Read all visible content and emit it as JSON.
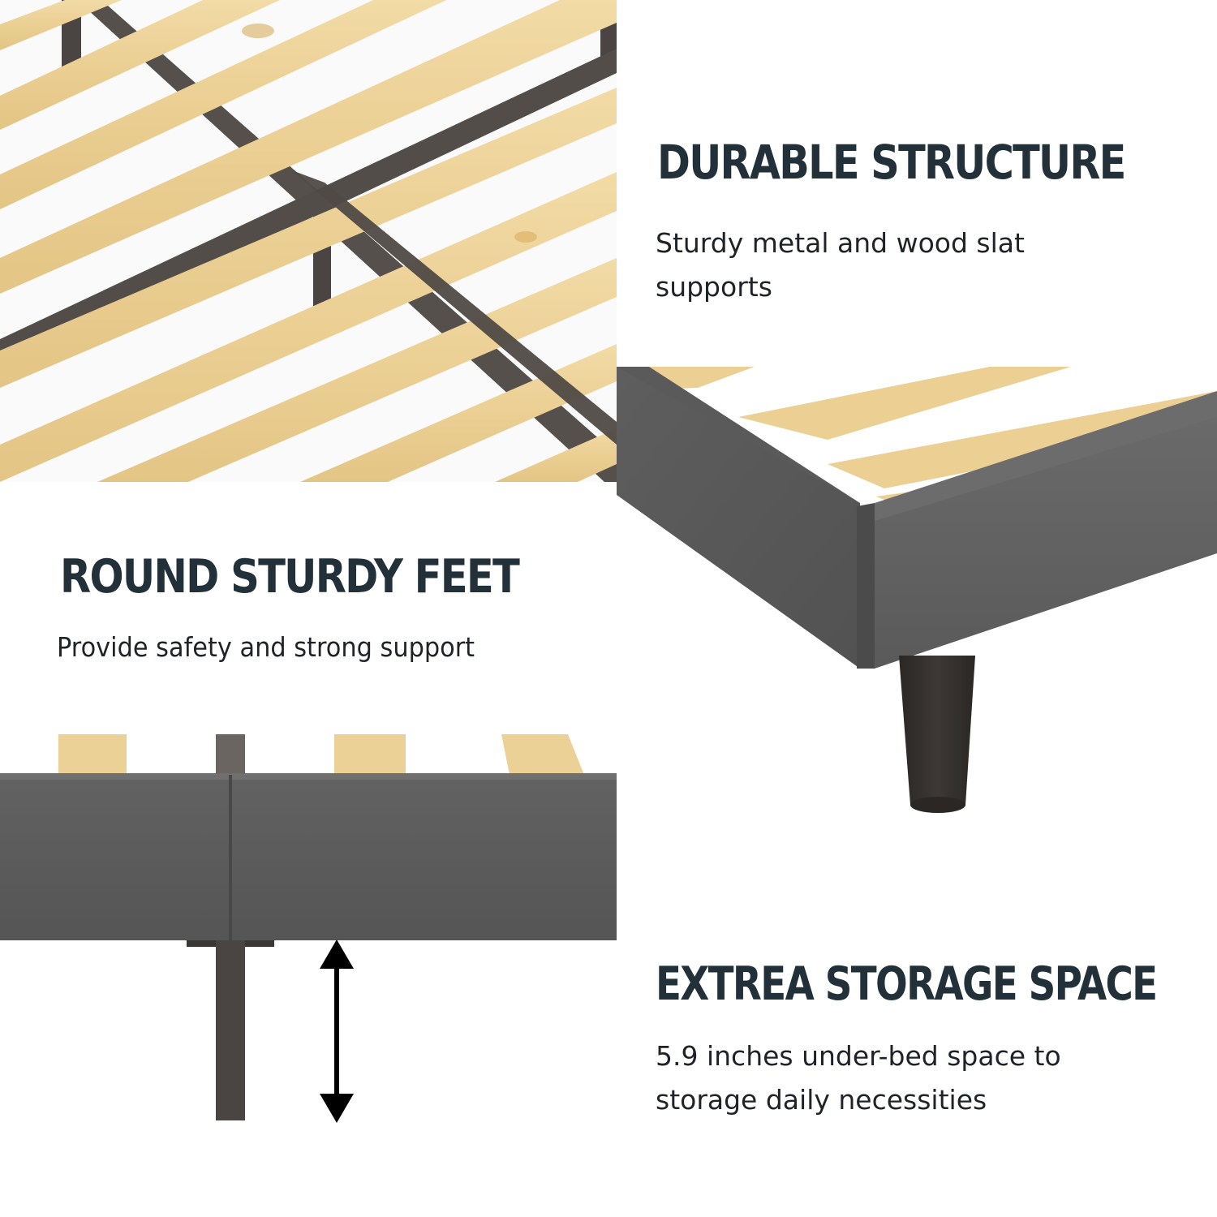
{
  "colors": {
    "heading": "#22303a",
    "body_text": "#1f2328",
    "wood_slat": "#ecd197",
    "metal_frame": "#4f4a46",
    "upholstery": "#5b5b5b",
    "leg": "#2f2b29"
  },
  "sections": {
    "durable": {
      "title": "DURABLE STRUCTURE",
      "line1": "Sturdy metal and wood slat",
      "line2": "supports"
    },
    "feet": {
      "title": "ROUND STURDY FEET",
      "description": "Provide safety and strong support"
    },
    "storage": {
      "title": "EXTREA STORAGE SPACE",
      "line1": "5.9 inches under-bed space to",
      "line2": "storage daily necessities"
    }
  },
  "icons": {
    "height_arrow": "double-headed-vertical-arrow"
  }
}
